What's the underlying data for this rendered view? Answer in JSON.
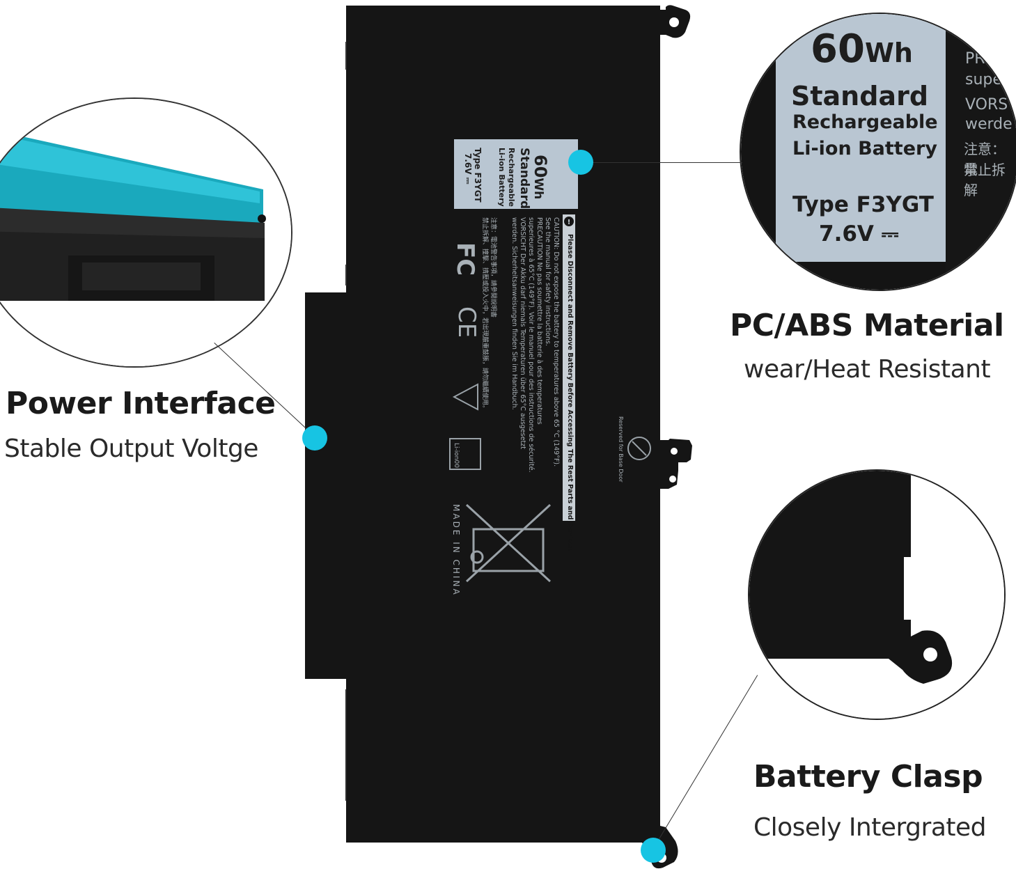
{
  "battery_label": {
    "capacity": "60",
    "capacity_unit": "Wh",
    "line1": "Standard",
    "line2": "Rechargeable",
    "line3": "Li-ion Battery",
    "type": "Type F3YGT",
    "voltage": "7.6V ⎓"
  },
  "warning": {
    "heading": "Please Disconnect and Remove Battery Before Accessing The Rest Parts and Devices",
    "caution": "CAUTION: Do not expose the battery to temperatures above 65 °C (149°F).",
    "manual": "See the manual for safety instructions.",
    "precaution": "PRECAUTION Ne pas soumettre la batterie à des temperatures",
    "precaution2": "superieures à 65°C (149°F). Voir le manuel pour des instructions de sécurité.",
    "vorsicht": "VORSICHT Der Akku darf niemals Temperaturen über 65°C ausgesetzt",
    "vorsicht2": "werden. Sicherheitsanweisungen finden Sie im Handbuch.",
    "cn1": "注意：電池警告事項，請參閱說明書",
    "cn2": "禁止拆解、撞擊、擠壓或投入火中，若出現嚴重鼓脹，請勿繼續使用。"
  },
  "marks": {
    "fc": "FC",
    "ce": "CE",
    "recycle": "Li-ion00",
    "made_in": "MADE IN CHINA",
    "reserved": "Reserved for Base Door"
  },
  "callouts": {
    "power": {
      "title": "Power Interface",
      "subtitle": "Stable Output Voltge"
    },
    "material": {
      "title": "PC/ABS Material",
      "subtitle": "wear/Heat Resistant"
    },
    "clasp": {
      "title": "Battery Clasp",
      "subtitle": "Closely Intergrated"
    }
  },
  "zoom_label": {
    "capacity": "60",
    "unit": "Wh",
    "line1": "Standard",
    "line2": "Rechargeable",
    "line3": "Li-ion Battery",
    "type": "Type F3YGT",
    "voltage": "7.6V ⎓",
    "side1": "PR",
    "side2": "supe",
    "side3": "VORS",
    "side4": "werde",
    "side5": "注意：電",
    "side6": "禁止拆解"
  },
  "colors": {
    "accent_dot": "#17c4e3",
    "battery_body": "#141414",
    "label_bg": "#b9c6d2"
  }
}
